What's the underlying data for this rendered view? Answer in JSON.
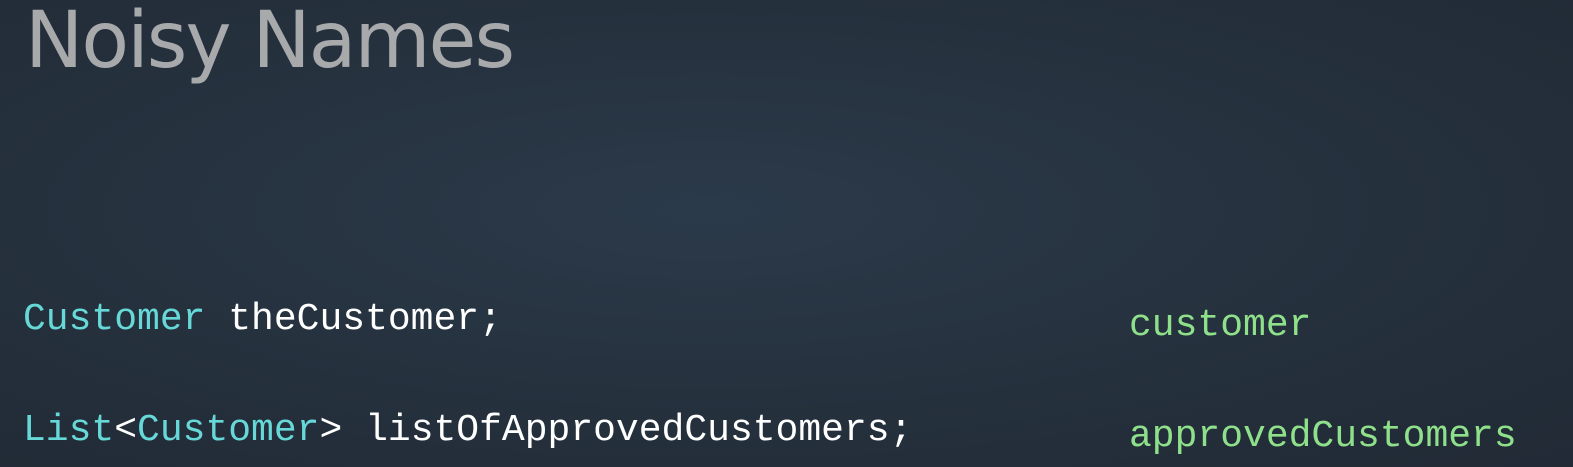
{
  "title": "Noisy Names",
  "examples": [
    {
      "type": "Customer",
      "sep": " ",
      "name": "theCustomer;",
      "better": "customer"
    },
    {
      "type_outer": "List",
      "lt": "<",
      "type_inner": "Customer",
      "gt": ">",
      "sep": " ",
      "name": "listOfApprovedCustomers;",
      "better": "approvedCustomers"
    }
  ],
  "colors": {
    "background": "#26323f",
    "title": "#a7a9ab",
    "type_keyword": "#67d8d8",
    "identifier": "#ffffff",
    "better_name": "#8fe08a"
  }
}
